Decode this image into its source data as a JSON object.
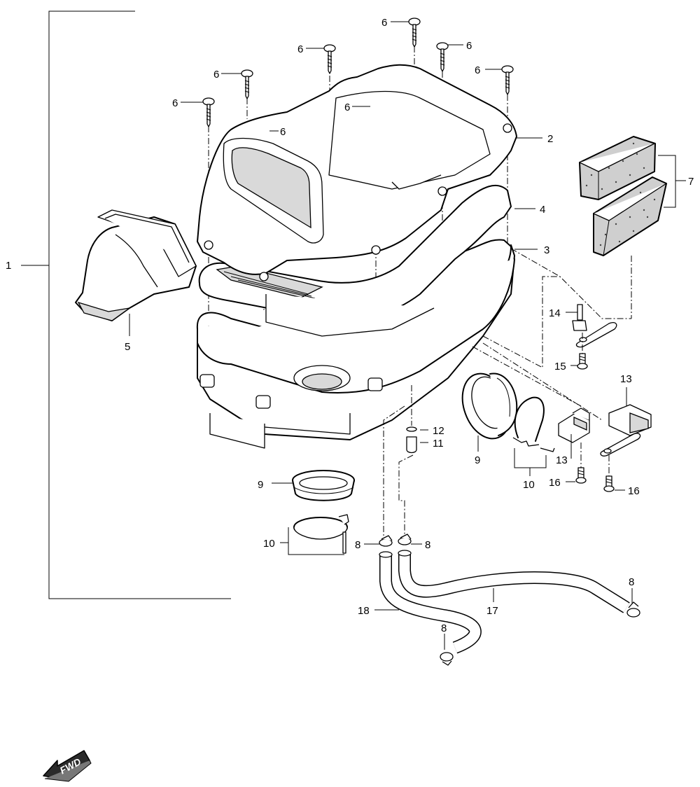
{
  "labels": {
    "l1": "1",
    "l2": "2",
    "l3": "3",
    "l4": "4",
    "l5": "5",
    "l6a": "6",
    "l6b": "6",
    "l6c": "6",
    "l6d": "6",
    "l6e": "6",
    "l6f": "6",
    "l6g": "6",
    "l6h": "6",
    "l7": "7",
    "l8a": "8",
    "l8b": "8",
    "l8c": "8",
    "l8d": "8",
    "l9a": "9",
    "l9b": "9",
    "l10a": "10",
    "l10b": "10",
    "l11": "11",
    "l12": "12",
    "l13a": "13",
    "l13b": "13",
    "l14": "14",
    "l15": "15",
    "l16a": "16",
    "l16b": "16",
    "l17": "17",
    "l18": "18"
  },
  "fwd_text": "FWD"
}
